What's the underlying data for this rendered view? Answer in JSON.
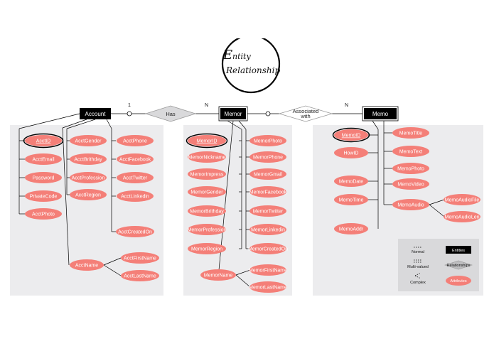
{
  "title": {
    "line1_initial": "E",
    "line1_rest": "ntity",
    "line2": "Relationship"
  },
  "entities": {
    "account": "Account",
    "memor": "Memor",
    "memo": "Memo"
  },
  "relationships": {
    "has": "Has",
    "associated": [
      "Associated",
      "with"
    ]
  },
  "cardinalities": {
    "c1": "1",
    "c2": "N",
    "c3": "N"
  },
  "account_attrs": {
    "col1": [
      "AcctID",
      "AcctEmail",
      "Password",
      "PrivateCode",
      "AcctPhoto"
    ],
    "col2": [
      "AcctGender",
      "AcctBrithday",
      "AcctProfession",
      "AcctRegion"
    ],
    "col3": [
      "AcctPhone",
      "AcctFacebook",
      "AcctTwitter",
      "AcctLinkedin"
    ],
    "created": "AcctCreatedOn",
    "name": "AcctName",
    "name_parts": [
      "AcctFirstName",
      "AcctLastName"
    ]
  },
  "memor_attrs": {
    "left": [
      "MemorID",
      "MemorNickname",
      "MemorImpress",
      "MemorGender",
      "MemorBrithday",
      "MemorProfession",
      "MemorRegion"
    ],
    "right": [
      "MemorPhoto",
      "MemorPhone",
      "MemorGmail",
      "MemorFacebook",
      "MemorTwitter",
      "MemorLinkedin",
      "MemorCreatedOn"
    ],
    "name": "MemorName",
    "name_parts": [
      "MemorFirstName",
      "MemorLastName"
    ]
  },
  "memo_attrs": {
    "left": [
      "MemoID",
      "HowID",
      "MemoDate",
      "MemoTime",
      "MemoAddr"
    ],
    "right": [
      "MemoTitle",
      "MemoText",
      "MemoPhoto",
      "MemoVideo",
      "MemoAudio"
    ],
    "audio_parts": [
      "MemoAudioFile",
      "MemoAudioLen"
    ]
  },
  "legend": {
    "normal": "Normal",
    "multivalued": "Multi-valued",
    "complex": "Complex",
    "entities": "Entities",
    "relationships": "Relationships",
    "attributes": "Attributes"
  },
  "colors": {
    "attribute": "#f47f78",
    "entity": "#000000",
    "panel": "#ececee",
    "legend_panel": "#d9d9db"
  }
}
